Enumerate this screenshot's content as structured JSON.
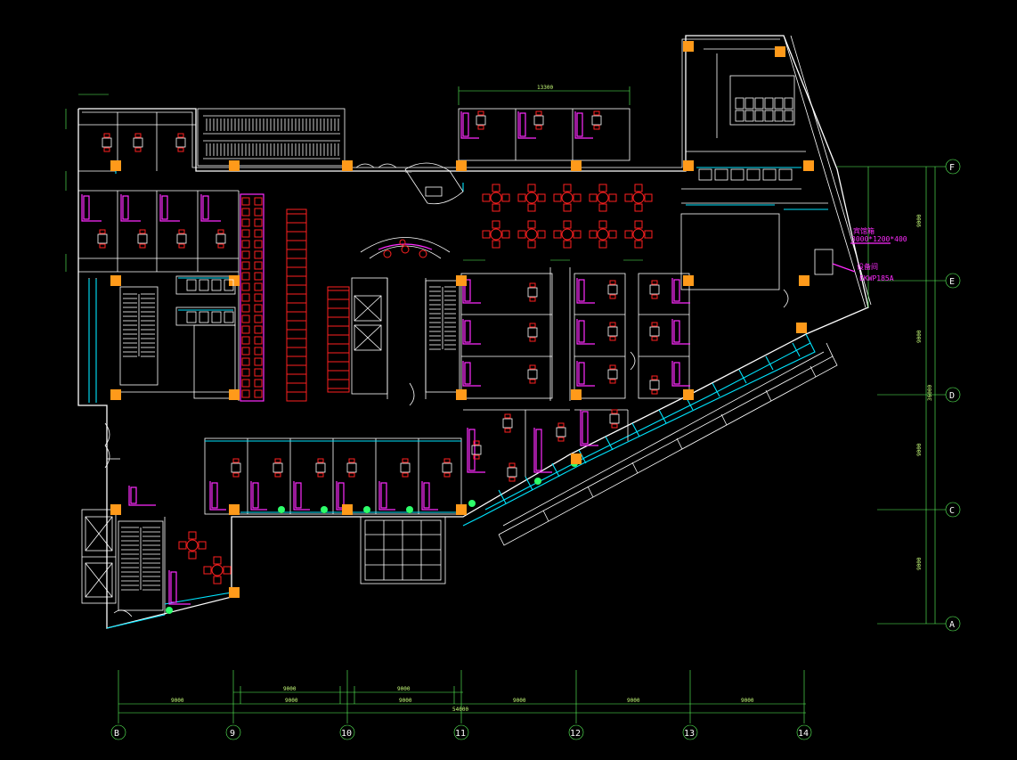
{
  "colors": {
    "background": "#000000",
    "wall": "#ffffff",
    "glazing": "#00e5ff",
    "dimension": "#5cff5c",
    "furniture_sofa": "#ff2bff",
    "furniture_chair": "#ff2020",
    "column": "#ff9a1a",
    "stair": "#ffd21a"
  },
  "axes_bottom": [
    {
      "label": "B"
    },
    {
      "label": "9"
    },
    {
      "label": "10"
    },
    {
      "label": "11"
    },
    {
      "label": "12"
    },
    {
      "label": "13"
    },
    {
      "label": "14"
    }
  ],
  "axes_right": [
    {
      "label": "F"
    },
    {
      "label": "E"
    },
    {
      "label": "D"
    },
    {
      "label": "C"
    },
    {
      "label": "A"
    }
  ],
  "dims_bottom_overall": [
    "9000",
    "9000",
    "9000",
    "9000",
    "9000",
    "9000"
  ],
  "dims_bottom_inner": [
    "9000",
    "9000"
  ],
  "dim_total_bottom": "54000",
  "dims_right": [
    "9000",
    "9000",
    "9000",
    "9000"
  ],
  "dim_right_total": "36000",
  "dim_top_meeting": "13300",
  "annotations": {
    "note1_line1": "宾馆箱",
    "note1_line2": "3000*1200*400",
    "note2_line1": "设备间",
    "note2_line2": "EKWP185A"
  },
  "icons": [
    "column-icon",
    "chair-icon",
    "sofa-icon",
    "plant-icon",
    "stair-icon",
    "elevator-icon",
    "door-swing-icon",
    "axis-bubble-icon"
  ]
}
